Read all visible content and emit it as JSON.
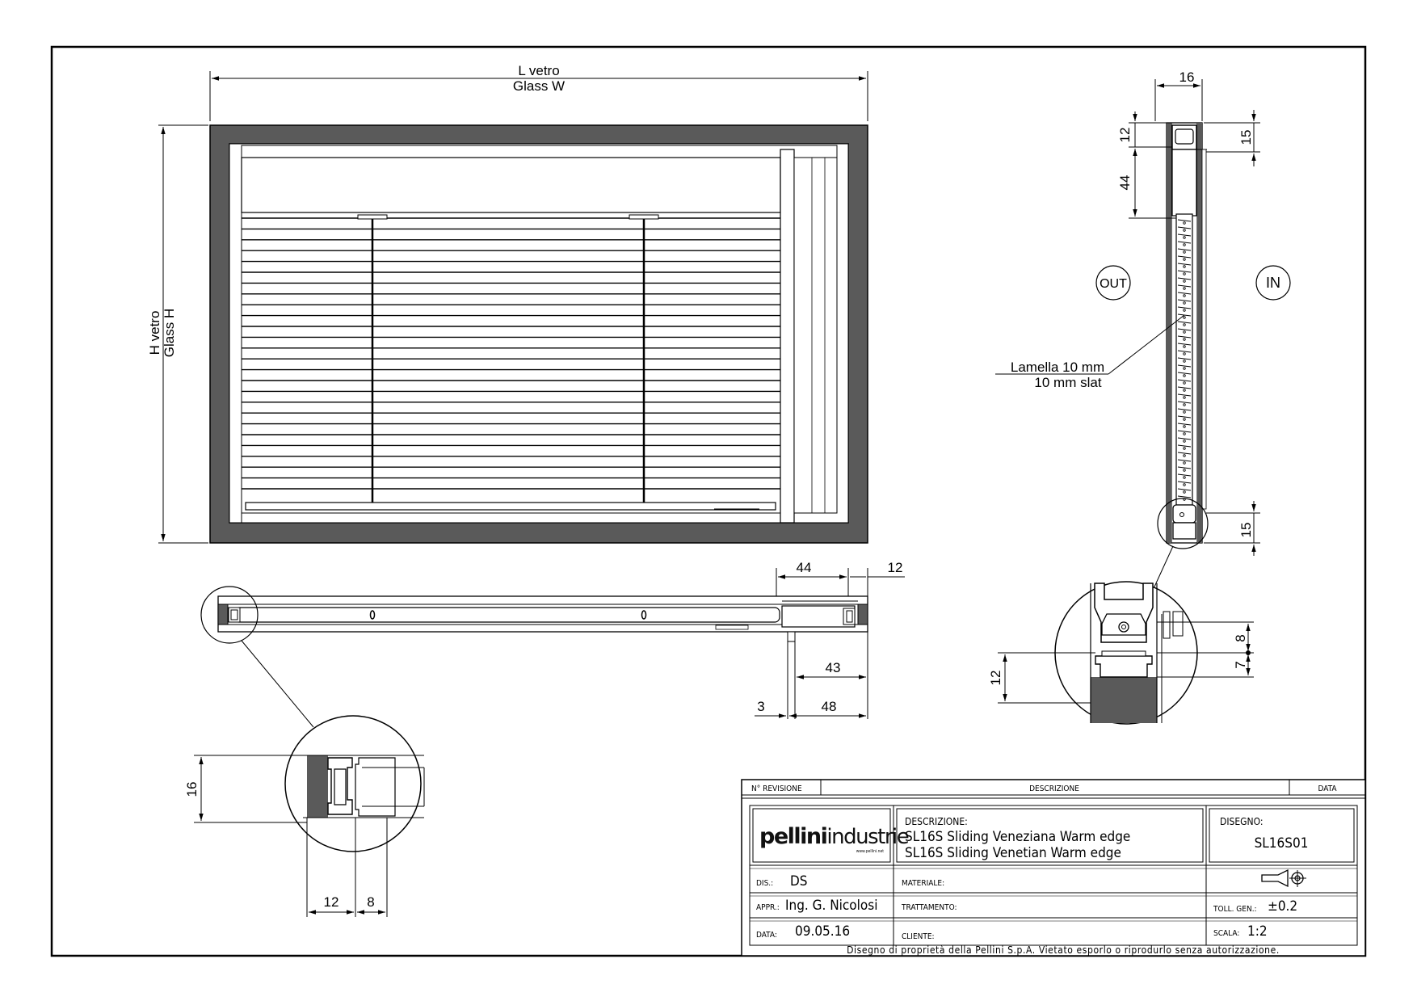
{
  "front_view": {
    "width_label": {
      "it": "L vetro",
      "en": "Glass W"
    },
    "height_label": {
      "it": "H vetro",
      "en": "Glass H"
    }
  },
  "section_view": {
    "out_label": "OUT",
    "in_label": "IN",
    "slat_label": {
      "it": "Lamella 10 mm",
      "en": "10 mm slat"
    },
    "dims": {
      "top_width": "16",
      "top_cap": "12",
      "head": "44",
      "right_top": "15",
      "right_bottom": "15"
    }
  },
  "plan_view": {
    "dims": {
      "d44": "44",
      "d12": "12",
      "d43": "43",
      "d48": "48",
      "d3": "3"
    }
  },
  "detail_left": {
    "dims": {
      "height": "16",
      "w12": "12",
      "w8": "8"
    }
  },
  "detail_right": {
    "dims": {
      "d8": "8",
      "d7": "7",
      "d12": "12"
    }
  },
  "title_block": {
    "revision_header": "N° REVISIONE",
    "description_header": "DESCRIZIONE",
    "date_header": "DATA",
    "logo": "pellini industrie",
    "logo_url": "www.pellini.net",
    "descr_label": "DESCRIZIONE:",
    "descr_line1": "SL16S Sliding Veneziana Warm edge",
    "descr_line2": "SL16S Sliding Venetian Warm edge",
    "drawing_label": "DISEGNO:",
    "drawing_code": "SL16S01",
    "dis_label": "DIS.:",
    "dis_value": "DS",
    "appr_label": "APPR.:",
    "appr_value": "Ing. G. Nicolosi",
    "data_label": "DATA:",
    "data_value": "09.05.16",
    "materiale_label": "MATERIALE:",
    "trattamento_label": "TRATTAMENTO:",
    "cliente_label": "CLIENTE:",
    "toll_label": "TOLL. GEN.:",
    "toll_value": "±0.2",
    "scala_label": "SCALA:",
    "scala_value": "1:2",
    "footer": "Disegno di proprietà della Pellini S.p.A. Vietato esporlo o riprodurlo senza autorizzazione."
  }
}
